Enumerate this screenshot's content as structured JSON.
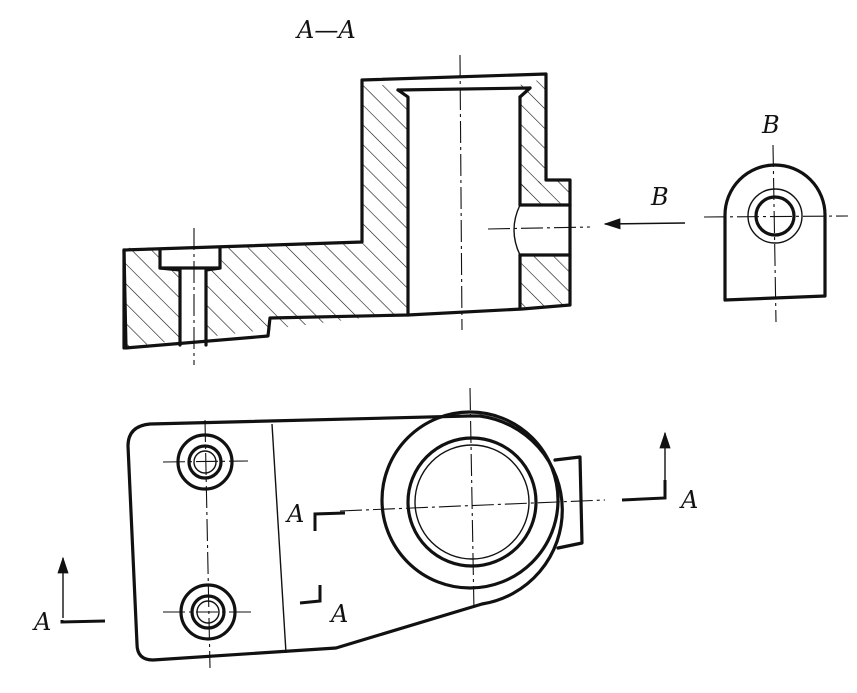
{
  "labels": {
    "section_title": "A—A",
    "view_b_title": "B",
    "arrow_b": "B",
    "cut_left_bottom": "A",
    "cut_left_mid": "A",
    "cut_mid": "A",
    "cut_right": "A"
  }
}
